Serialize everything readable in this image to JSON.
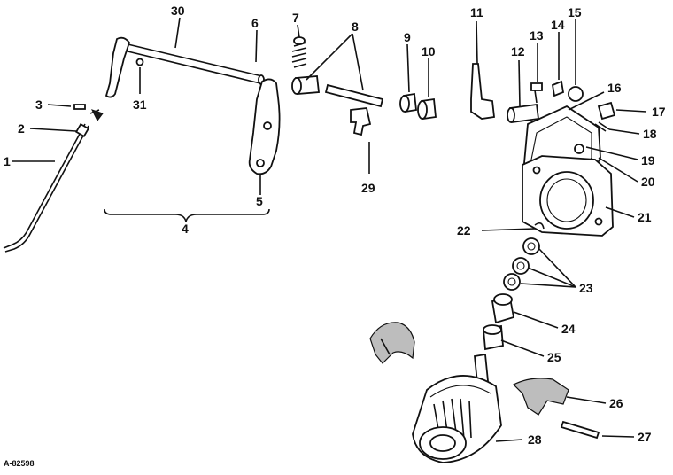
{
  "drawing_code": "A-82598",
  "callouts": {
    "n1": "1",
    "n2": "2",
    "n3": "3",
    "n4": "4",
    "n5": "5",
    "n6": "6",
    "n7": "7",
    "n8": "8",
    "n9": "9",
    "n10": "10",
    "n11": "11",
    "n12": "12",
    "n13": "13",
    "n14": "14",
    "n15": "15",
    "n16": "16",
    "n17": "17",
    "n18": "18",
    "n19": "19",
    "n20": "20",
    "n21": "21",
    "n22": "22",
    "n23": "23",
    "n24": "24",
    "n25": "25",
    "n26": "26",
    "n27": "27",
    "n28": "28",
    "n29": "29",
    "n30": "30",
    "n31": "31"
  },
  "colors": {
    "ink": "#111111",
    "paper": "#ffffff",
    "shade": "#bdbdbd"
  }
}
